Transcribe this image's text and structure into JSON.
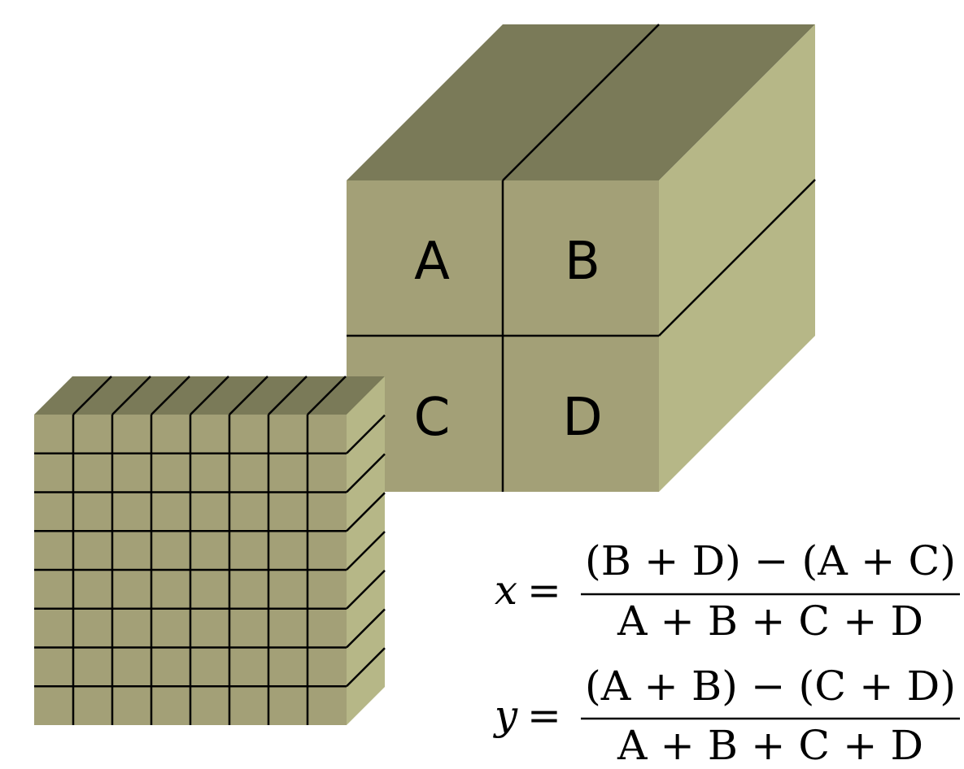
{
  "colors": {
    "front_face": "#a3a077",
    "top_face": "#7a7a58",
    "side_face": "#b6b787",
    "line": "#000000"
  },
  "quadrant_sensor": {
    "labels": [
      "A",
      "B",
      "C",
      "D"
    ]
  },
  "pixel_sensor": {
    "columns": 8,
    "rows": 8
  },
  "equations": {
    "x": {
      "lhs": "x",
      "equals": "=",
      "numerator": "(B + D) − (A + C)",
      "denominator": "A + B + C + D"
    },
    "y": {
      "lhs": "y",
      "equals": "=",
      "numerator": "(A + B) − (C + D)",
      "denominator": "A + B + C + D"
    }
  }
}
